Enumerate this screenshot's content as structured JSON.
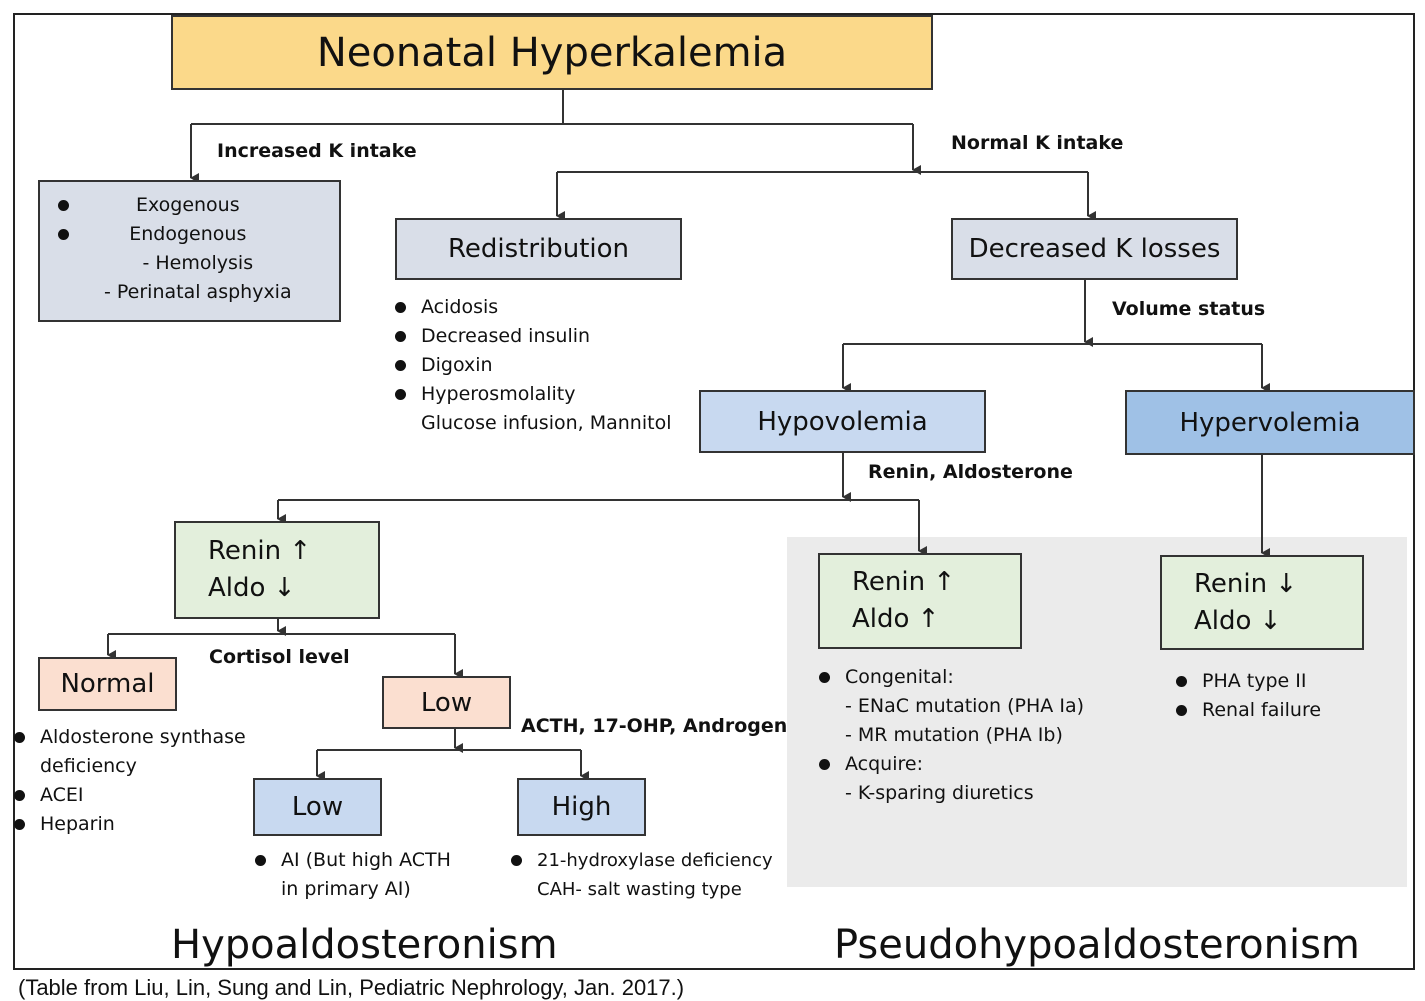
{
  "title": "Neonatal Hyperkalemia",
  "branches": {
    "increased_k": "Increased K intake",
    "normal_k": "Normal K intake",
    "volume_status": "Volume status",
    "renin_aldo": "Renin, Aldosterone",
    "cortisol_level": "Cortisol level",
    "acth": "ACTH, 17-OHP, Androgen"
  },
  "intake": {
    "items": [
      "Exogenous",
      "Endogenous"
    ],
    "sub_items": [
      "- Hemolysis",
      "- Perinatal asphyxia"
    ]
  },
  "redistribution": {
    "label": "Redistribution",
    "items": [
      "Acidosis",
      "Decreased insulin",
      "Digoxin",
      "Hyperosmolality"
    ],
    "note": "Glucose infusion, Mannitol"
  },
  "decreased_losses": {
    "label": "Decreased K losses"
  },
  "hypovolemia": {
    "label": "Hypovolemia"
  },
  "hypervolemia": {
    "label": "Hypervolemia"
  },
  "renin_up_aldo_down": {
    "line1": "Renin ↑",
    "line2": "Aldo ↓"
  },
  "renin_up_aldo_up": {
    "line1": "Renin ↑",
    "line2": "Aldo ↑",
    "congenital": "Congenital:",
    "congenital_items": [
      "- ENaC mutation (PHA Ia)",
      "- MR mutation  (PHA Ib)"
    ],
    "acquire": "Acquire:",
    "acquire_items": [
      "- K-sparing diuretics"
    ]
  },
  "renin_down_aldo_down": {
    "line1": "Renin ↓",
    "line2": "Aldo ↓",
    "items": [
      "PHA type II",
      "Renal failure"
    ]
  },
  "normal_cortisol": {
    "label": "Normal",
    "item1_line1": "Aldosterone synthase",
    "item1_line2": "deficiency",
    "items": [
      "ACEI",
      "Heparin"
    ]
  },
  "low_cortisol": {
    "label": "Low"
  },
  "low_acth": {
    "label": "Low",
    "line1": "AI (But high ACTH",
    "line2": "in primary AI)"
  },
  "high_acth": {
    "label": "High",
    "line1": "21-hydroxylase deficiency",
    "line2": "CAH- salt wasting type"
  },
  "footer": {
    "left": "Hypoaldosteronism",
    "right": "Pseudohypoaldosteronism"
  },
  "caption": "(Table from Liu, Lin, Sung and Lin, Pediatric Nephrology, Jan. 2017.)",
  "colors": {
    "title_fill": "#fbd98a",
    "grey_fill": "#d9dee8",
    "light_blue_fill": "#c8d9f0",
    "mid_blue_fill": "#9fc1e6",
    "green_fill": "#e3efdc",
    "peach_fill": "#fbdfd0",
    "pseudo_background": "#ebebeb"
  }
}
